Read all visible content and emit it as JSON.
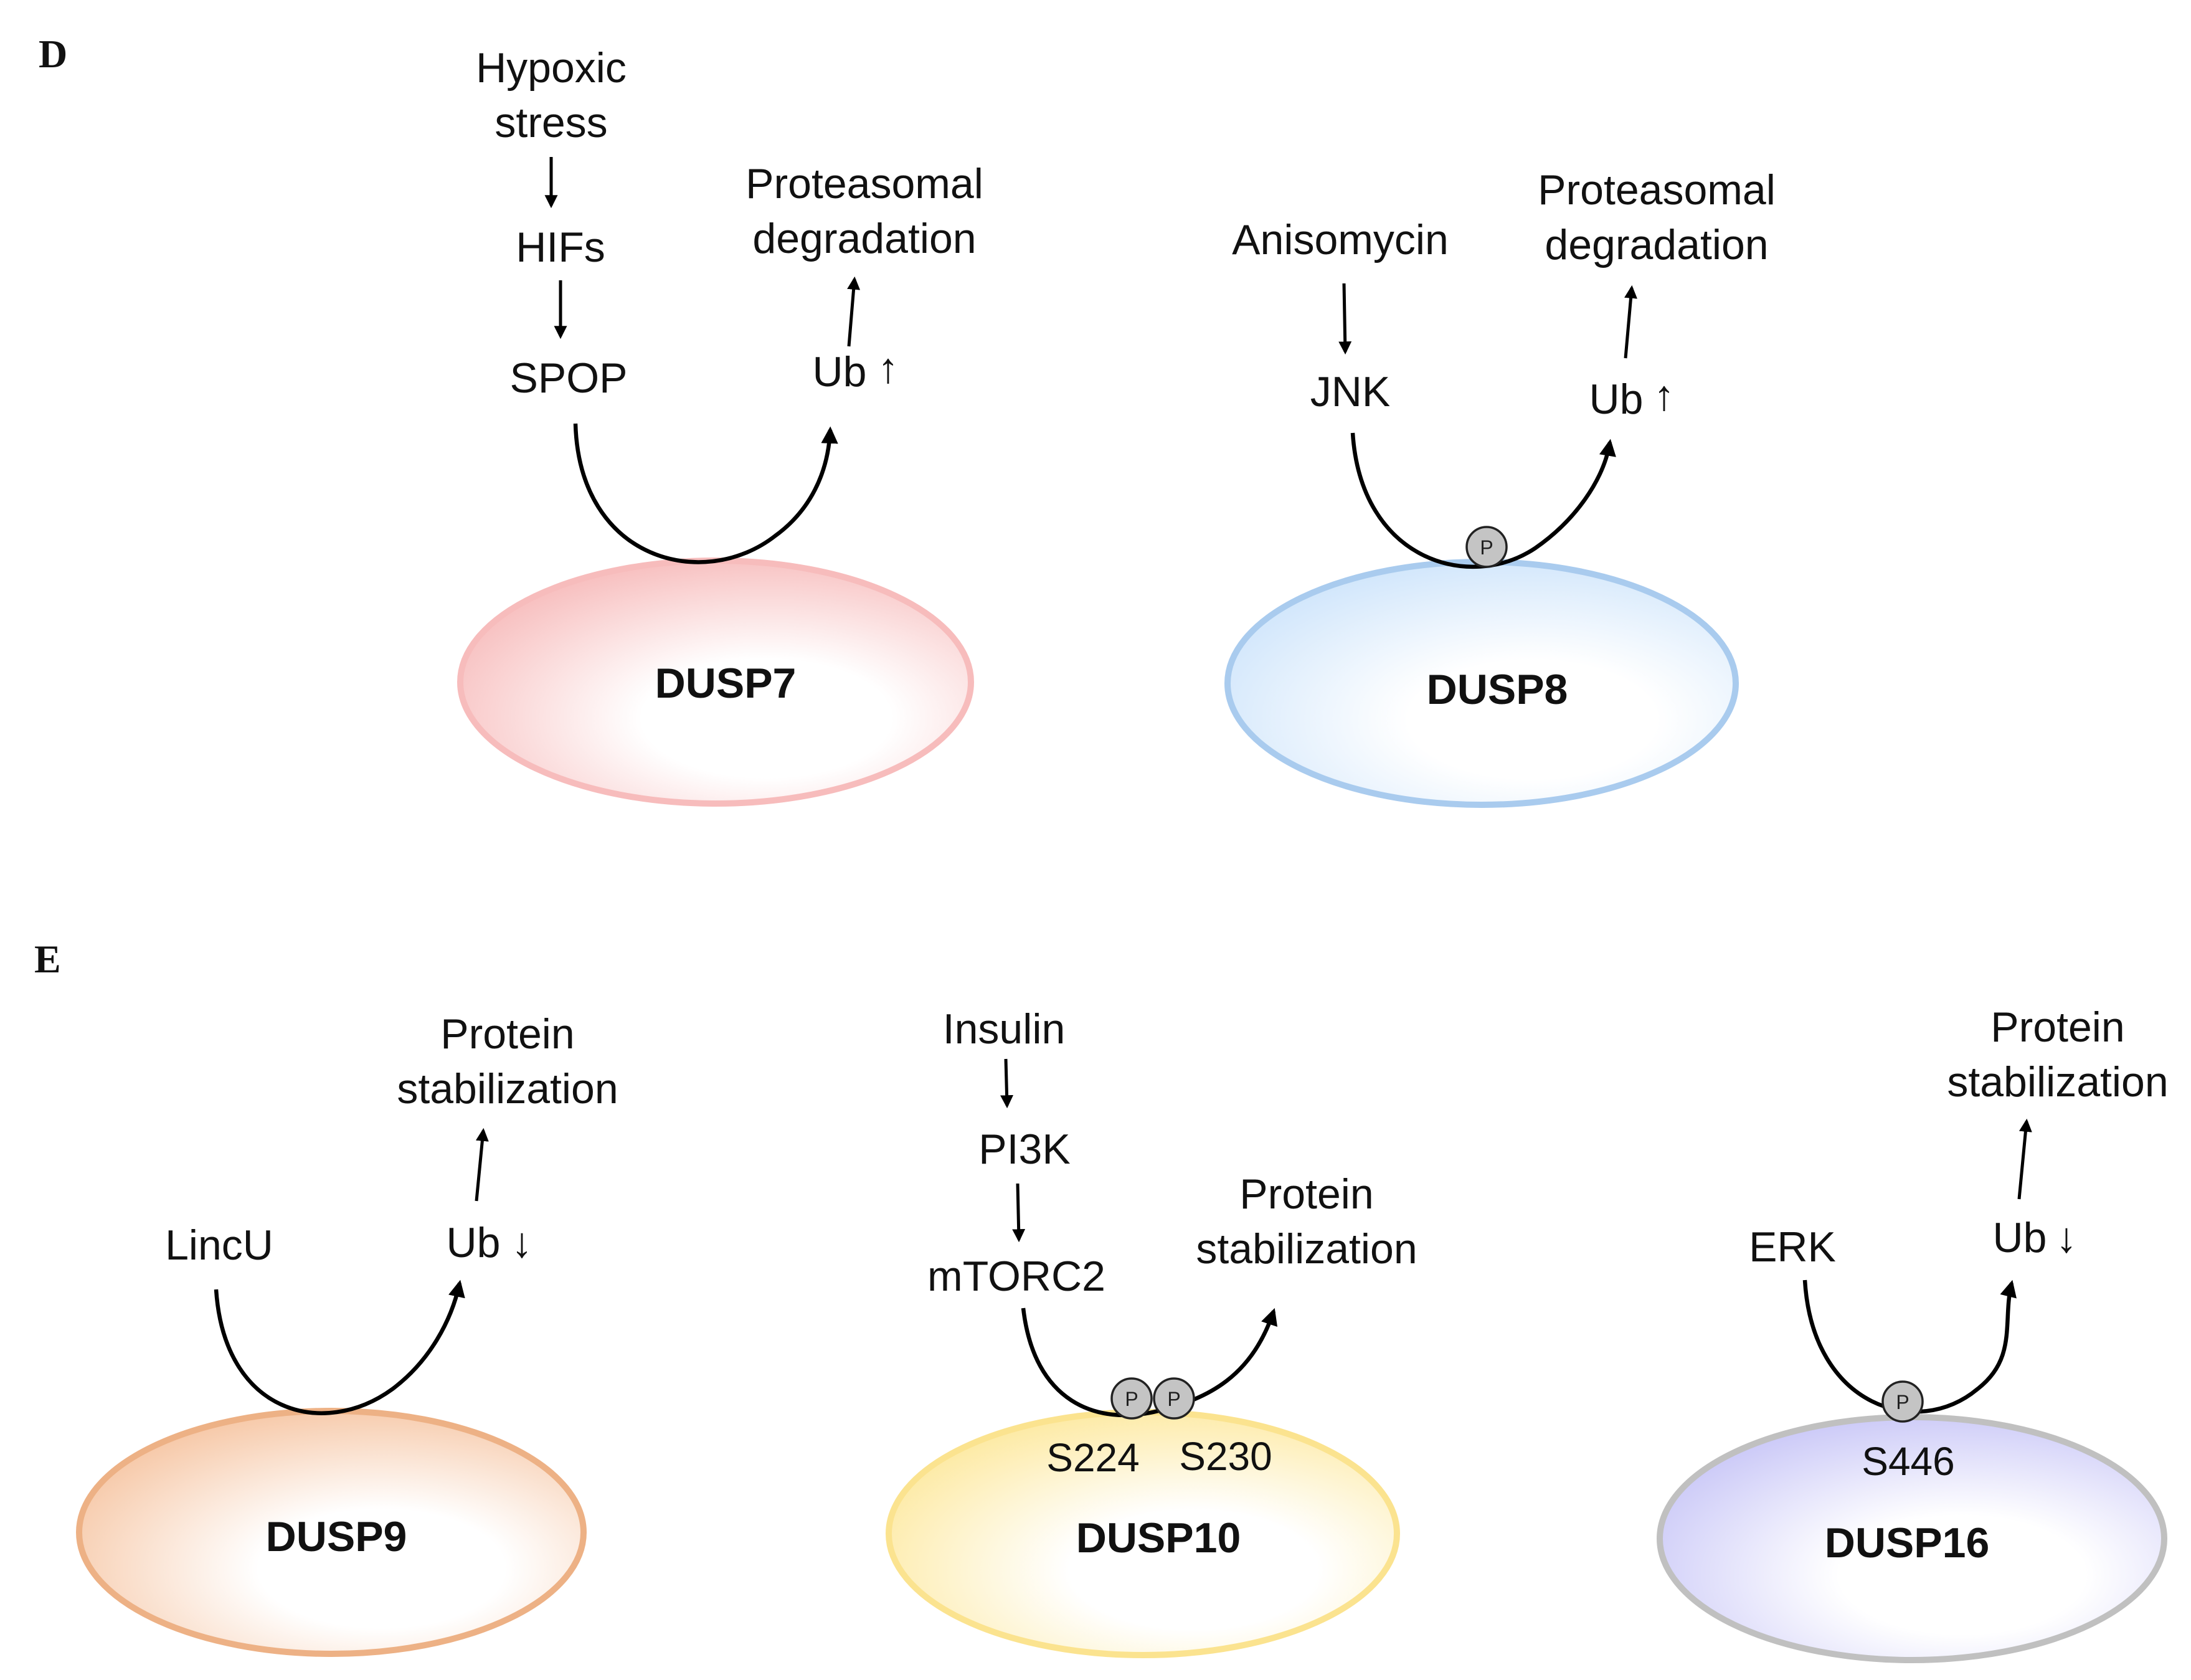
{
  "panels": {
    "d": "D",
    "e": "E"
  },
  "colors": {
    "dusp7": "#f7bcbc",
    "dusp8": "#a9cbee",
    "dusp9": "#edb185",
    "dusp10": "#fbe38f",
    "dusp16": "#c0c0c0"
  },
  "icons": {
    "phospho": "circled-p",
    "arrow": "arrow-head"
  },
  "dusp7": {
    "name": "DUSP7",
    "stimulus_line1": "Hypoxic",
    "stimulus_line2": "stress",
    "mediator1": "HIFs",
    "mediator2": "SPOP",
    "ub": "Ub",
    "ub_direction": "↑",
    "outcome_line1": "Proteasomal",
    "outcome_line2": "degradation"
  },
  "dusp8": {
    "name": "DUSP8",
    "stimulus": "Anisomycin",
    "mediator": "JNK",
    "phospho": "P",
    "ub": "Ub",
    "ub_direction": "↑",
    "outcome_line1": "Proteasomal",
    "outcome_line2": "degradation"
  },
  "dusp9": {
    "name": "DUSP9",
    "mediator": "LincU",
    "ub": "Ub",
    "ub_direction": "↓",
    "outcome_line1": "Protein",
    "outcome_line2": "stabilization"
  },
  "dusp10": {
    "name": "DUSP10",
    "stimulus": "Insulin",
    "mediator1": "PI3K",
    "mediator2": "mTORC2",
    "phospho1": "P",
    "phospho2": "P",
    "site1": "S224",
    "site2": "S230",
    "outcome_line1": "Protein",
    "outcome_line2": "stabilization"
  },
  "dusp16": {
    "name": "DUSP16",
    "mediator": "ERK",
    "phospho": "P",
    "site": "S446",
    "ub": "Ub",
    "ub_direction": "↓",
    "outcome_line1": "Protein",
    "outcome_line2": "stabilization"
  }
}
